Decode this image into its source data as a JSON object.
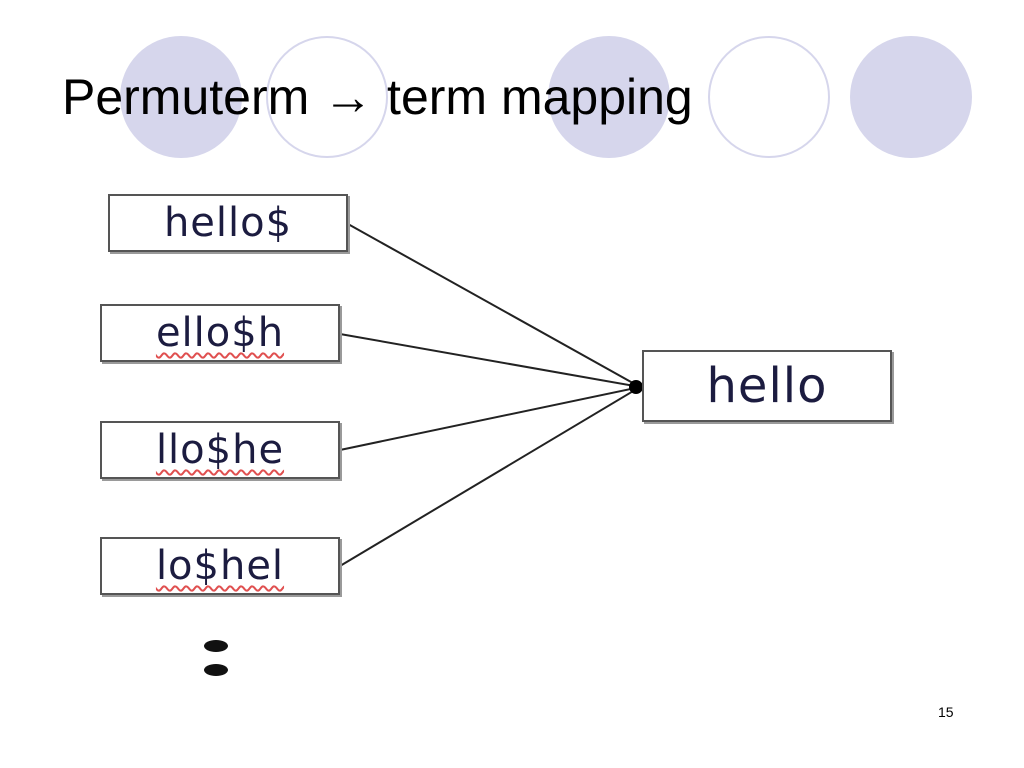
{
  "slide": {
    "title": "Permuterm → term mapping",
    "page_number": "15",
    "accent_color": "#d6d6ec"
  },
  "diagram": {
    "permuterms": [
      {
        "label": "hello$",
        "underlined": false
      },
      {
        "label": "ello$h",
        "underlined": true
      },
      {
        "label": "llo$he",
        "underlined": true
      },
      {
        "label": "lo$hel",
        "underlined": true
      }
    ],
    "target_term": "hello",
    "continuation_marker": "vertical-ellipsis"
  }
}
